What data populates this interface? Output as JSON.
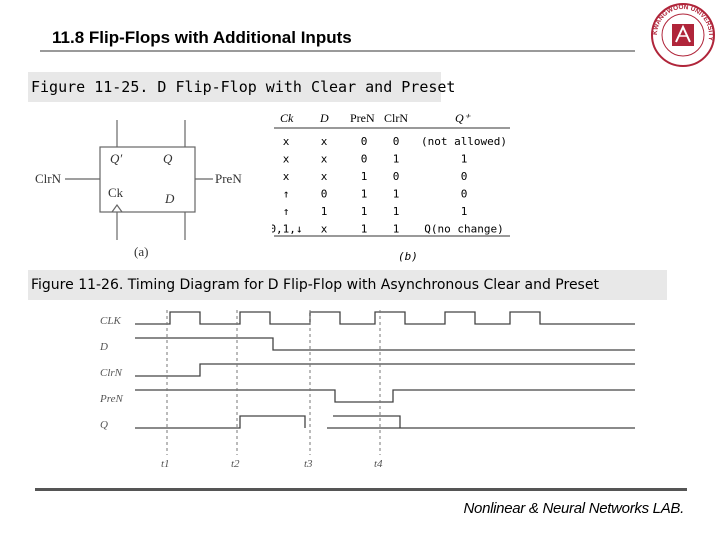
{
  "header": {
    "title": "11.8  Flip-Flops with Additional Inputs"
  },
  "figure1": {
    "caption": "Figure 11-25. D Flip-Flop with Clear and Preset",
    "flipflop": {
      "q_bar": "Q′",
      "q": "Q",
      "clk": "Ck",
      "d": "D",
      "clr": "ClrN",
      "pre": "PreN",
      "label": "(a)"
    },
    "truth_table": {
      "headers": [
        "Ck",
        "D",
        "PreN",
        "ClrN",
        "Q⁺"
      ],
      "rows": [
        [
          "x",
          "x",
          "0",
          "0",
          "(not allowed)"
        ],
        [
          "x",
          "x",
          "0",
          "1",
          "1"
        ],
        [
          "x",
          "x",
          "1",
          "0",
          "0"
        ],
        [
          "↑",
          "0",
          "1",
          "1",
          "0"
        ],
        [
          "↑",
          "1",
          "1",
          "1",
          "1"
        ],
        [
          "0,1,↓",
          "x",
          "1",
          "1",
          "Q(no change)"
        ]
      ],
      "label": "(b)"
    }
  },
  "figure2": {
    "caption": "Figure 11-26. Timing Diagram for D Flip-Flop with Asynchronous Clear and Preset",
    "signals": [
      "CLK",
      "D",
      "ClrN",
      "PreN",
      "Q"
    ],
    "times": [
      "t1",
      "t2",
      "t3",
      "t4"
    ]
  },
  "footer": {
    "lab": "Nonlinear & Neural Networks LAB."
  },
  "logo": {
    "text": "KWANGWOON UNIVERSITY",
    "icon": "university-seal-icon",
    "color": "#b0253a"
  },
  "colors": {
    "caption_bg": "#e8e8e8",
    "rule": "#9a9a9a"
  }
}
